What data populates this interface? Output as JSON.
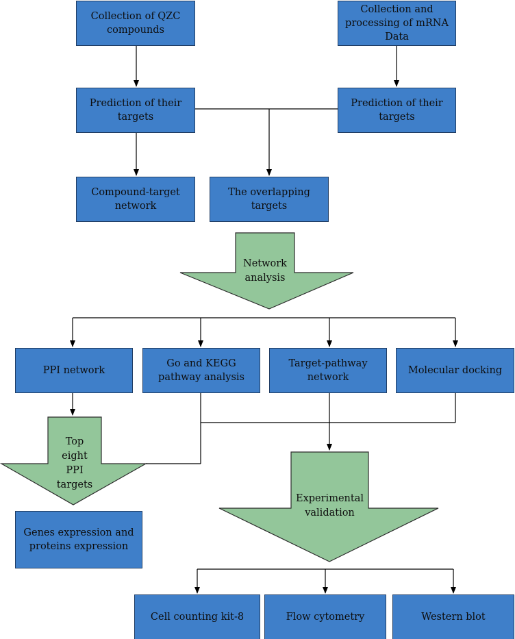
{
  "colors": {
    "box_fill": "#3f7fc9",
    "box_border": "#1f3c63",
    "arrow_fill": "#93c69a",
    "arrow_border": "#2b2b2b",
    "line": "#000000"
  },
  "boxes": {
    "qzc_compounds": "Collection of QZC compounds",
    "mrna_data": "Collection and processing of mRNA Data",
    "prediction_left": "Prediction of their targets",
    "prediction_right": "Prediction of their targets",
    "compound_target_network": "Compound-target network",
    "overlapping_targets": "The overlapping targets",
    "ppi_network": "PPI network",
    "go_kegg": "Go and KEGG pathway analysis",
    "target_pathway": "Target-pathway network",
    "molecular_docking": "Molecular docking",
    "genes_proteins": "Genes expression and proteins expression",
    "cck8": "Cell counting kit-8",
    "flow_cytometry": "Flow cytometry",
    "western_blot": "Western blot"
  },
  "block_arrows": {
    "network_analysis": "Network analysis",
    "top_eight": "Top eight PPI targets",
    "experimental_validation": "Experimental validation"
  }
}
